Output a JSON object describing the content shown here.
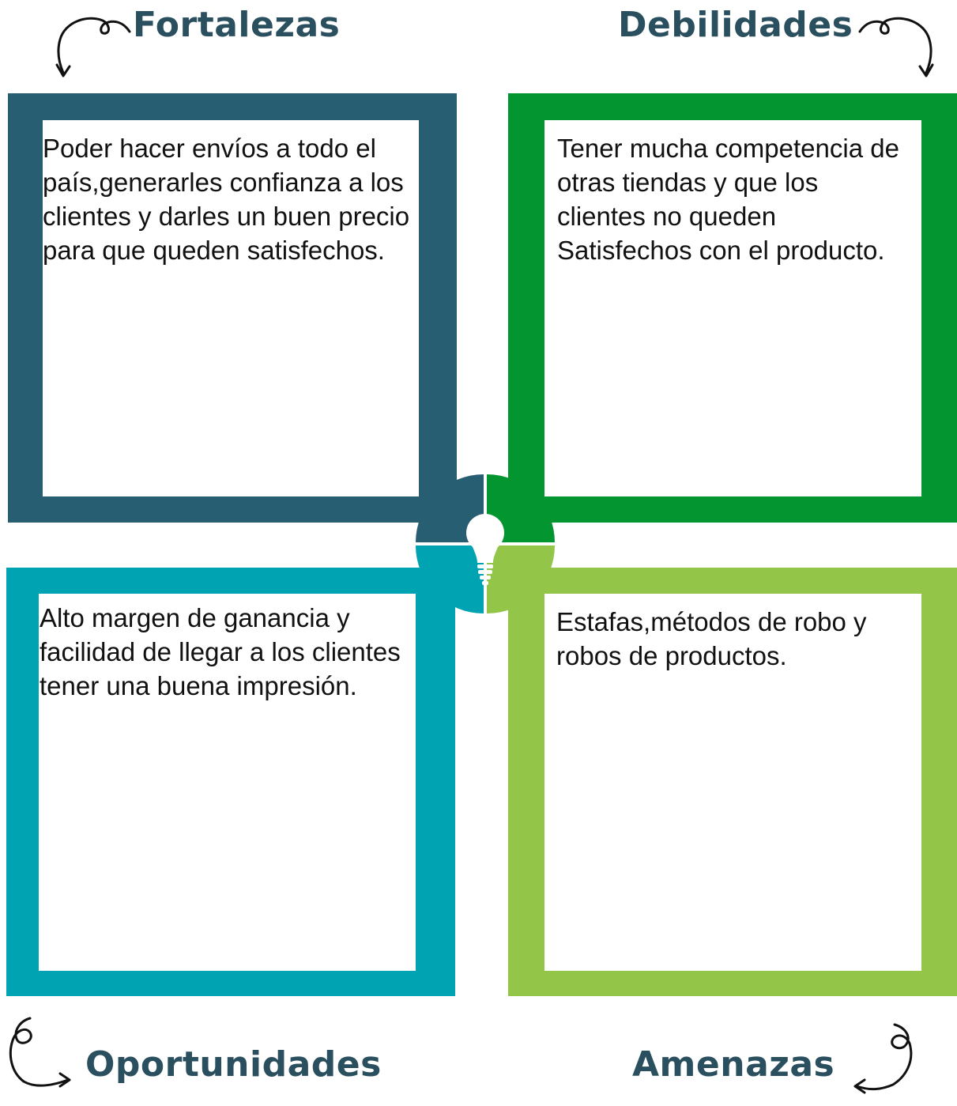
{
  "headings": {
    "fortalezas": "Fortalezas",
    "debilidades": "Debilidades",
    "oportunidades": "Oportunidades",
    "amenazas": "Amenazas"
  },
  "cells": {
    "fortalezas": "Poder hacer envíos a todo el país,generarles confianza a los clientes y darles un buen precio para que queden satisfechos.",
    "debilidades": "Tener mucha competencia de otras tiendas y que los clientes no queden Satisfechos con el producto.",
    "oportunidades": "Alto margen de ganancia y facilidad de llegar a los clientes tener una buena impresión.",
    "amenazas": "Estafas,métodos de robo y robos de productos."
  },
  "colors": {
    "fortalezas": "#285e71",
    "debilidades": "#039530",
    "oportunidades": "#00a3b1",
    "amenazas": "#93c548",
    "heading_text": "#2a4f5e"
  },
  "icons": {
    "center": "lightbulb-icon",
    "arrows": "curly-arrow-icon"
  }
}
